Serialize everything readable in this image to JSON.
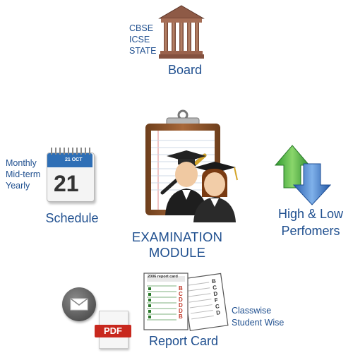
{
  "board": {
    "items": [
      "CBSE",
      "ICSE",
      "STATE"
    ],
    "label": "Board"
  },
  "schedule": {
    "items": [
      "Monthly",
      "Mid-term",
      "Yearly"
    ],
    "label": "Schedule",
    "calendar_day": "21",
    "calendar_month": "21 OCT"
  },
  "center": {
    "line1": "EXAMINATION",
    "line2": "MODULE"
  },
  "performers": {
    "line1": "High & Low",
    "line2": "Perfomers"
  },
  "report_card": {
    "label": "Report Card",
    "items": [
      "Classwise",
      "Student Wise"
    ],
    "card_title": "2006 report card"
  },
  "pdf": {
    "label": "PDF"
  },
  "colors": {
    "text": "#1f4f8f",
    "clipboard": "#8b5a2b",
    "up_arrow": "#3fae3f",
    "down_arrow": "#3a72c6",
    "pdf_red": "#c8281e"
  }
}
